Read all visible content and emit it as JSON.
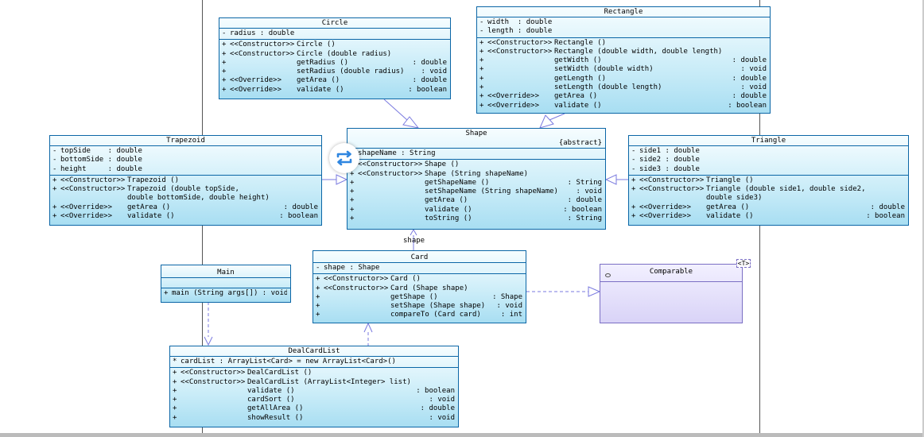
{
  "classes": {
    "circle": {
      "name": "Circle",
      "fields": [
        {
          "vis": "-",
          "text": "radius : double"
        }
      ],
      "methods": [
        {
          "vis": "+",
          "ann": "<<Constructor>>",
          "sig": "Circle ()",
          "ret": ""
        },
        {
          "vis": "+",
          "ann": "<<Constructor>>",
          "sig": "Circle (double radius)",
          "ret": ""
        },
        {
          "vis": "+",
          "ann": "",
          "sig": "getRadius ()",
          "ret": ": double"
        },
        {
          "vis": "+",
          "ann": "",
          "sig": "setRadius (double radius)",
          "ret": ": void"
        },
        {
          "vis": "+",
          "ann": "<<Override>>",
          "sig": "getArea ()",
          "ret": ": double"
        },
        {
          "vis": "+",
          "ann": "<<Override>>",
          "sig": "validate ()",
          "ret": ": boolean"
        }
      ]
    },
    "rectangle": {
      "name": "Rectangle",
      "fields": [
        {
          "vis": "-",
          "text": "width  : double"
        },
        {
          "vis": "-",
          "text": "length : double"
        }
      ],
      "methods": [
        {
          "vis": "+",
          "ann": "<<Constructor>>",
          "sig": "Rectangle ()",
          "ret": ""
        },
        {
          "vis": "+",
          "ann": "<<Constructor>>",
          "sig": "Rectangle (double width, double length)",
          "ret": ""
        },
        {
          "vis": "+",
          "ann": "",
          "sig": "getWidth ()",
          "ret": ": double"
        },
        {
          "vis": "+",
          "ann": "",
          "sig": "setWidth (double width)",
          "ret": ": void"
        },
        {
          "vis": "+",
          "ann": "",
          "sig": "getLength ()",
          "ret": ": double"
        },
        {
          "vis": "+",
          "ann": "",
          "sig": "setLength (double length)",
          "ret": ": void"
        },
        {
          "vis": "+",
          "ann": "<<Override>>",
          "sig": "getArea ()",
          "ret": ": double"
        },
        {
          "vis": "+",
          "ann": "<<Override>>",
          "sig": "validate ()",
          "ret": ": boolean"
        }
      ]
    },
    "shape": {
      "name": "Shape",
      "stereotype": "{abstract}",
      "fields": [
        {
          "vis": "-",
          "text": "shapeName : String"
        }
      ],
      "methods": [
        {
          "vis": "+",
          "ann": "<<Constructor>>",
          "sig": "Shape ()",
          "ret": ""
        },
        {
          "vis": "+",
          "ann": "<<Constructor>>",
          "sig": "Shape (String shapeName)",
          "ret": ""
        },
        {
          "vis": "+",
          "ann": "",
          "sig": "getShapeName ()",
          "ret": ": String"
        },
        {
          "vis": "+",
          "ann": "",
          "sig": "setShapeName (String shapeName)",
          "ret": ": void"
        },
        {
          "vis": "+",
          "ann": "",
          "sig": "getArea ()",
          "ret": ": double"
        },
        {
          "vis": "+",
          "ann": "",
          "sig": "validate ()",
          "ret": ": boolean"
        },
        {
          "vis": "+",
          "ann": "",
          "sig": "toString ()",
          "ret": ": String"
        }
      ]
    },
    "trapezoid": {
      "name": "Trapezoid",
      "fields": [
        {
          "vis": "-",
          "text": "topSide    : double"
        },
        {
          "vis": "-",
          "text": "bottomSide : double"
        },
        {
          "vis": "-",
          "text": "height     : double"
        }
      ],
      "methods": [
        {
          "vis": "+",
          "ann": "<<Constructor>>",
          "sig": "Trapezoid ()",
          "ret": ""
        },
        {
          "vis": "+",
          "ann": "<<Constructor>>",
          "sig": "Trapezoid (double topSide,",
          "ret": ""
        },
        {
          "vis": "",
          "ann": "",
          "sig": "double bottomSide, double height)",
          "ret": ""
        },
        {
          "vis": "+",
          "ann": "<<Override>>",
          "sig": "getArea ()",
          "ret": ": double"
        },
        {
          "vis": "+",
          "ann": "<<Override>>",
          "sig": "validate ()",
          "ret": ": boolean"
        }
      ]
    },
    "triangle": {
      "name": "Triangle",
      "fields": [
        {
          "vis": "-",
          "text": "side1 : double"
        },
        {
          "vis": "-",
          "text": "side2 : double"
        },
        {
          "vis": "-",
          "text": "side3 : double"
        }
      ],
      "methods": [
        {
          "vis": "+",
          "ann": "<<Constructor>>",
          "sig": "Triangle ()",
          "ret": ""
        },
        {
          "vis": "+",
          "ann": "<<Constructor>>",
          "sig": "Triangle (double side1, double side2,",
          "ret": ""
        },
        {
          "vis": "",
          "ann": "",
          "sig": "double side3)",
          "ret": ""
        },
        {
          "vis": "+",
          "ann": "<<Override>>",
          "sig": "getArea ()",
          "ret": ": double"
        },
        {
          "vis": "+",
          "ann": "<<Override>>",
          "sig": "validate ()",
          "ret": ": boolean"
        }
      ]
    },
    "main": {
      "name": "Main",
      "fields": [],
      "methods": [
        {
          "vis": "+",
          "ann": "",
          "sig": "main (String args[]) : void",
          "ret": ""
        }
      ]
    },
    "card": {
      "name": "Card",
      "fields": [
        {
          "vis": "-",
          "text": "shape : Shape"
        }
      ],
      "methods": [
        {
          "vis": "+",
          "ann": "<<Constructor>>",
          "sig": "Card ()",
          "ret": ""
        },
        {
          "vis": "+",
          "ann": "<<Constructor>>",
          "sig": "Card (Shape shape)",
          "ret": ""
        },
        {
          "vis": "+",
          "ann": "",
          "sig": "getShape ()",
          "ret": ": Shape"
        },
        {
          "vis": "+",
          "ann": "",
          "sig": "setShape (Shape shape)",
          "ret": ": void"
        },
        {
          "vis": "+",
          "ann": "",
          "sig": "compareTo (Card card)",
          "ret": ": int"
        }
      ]
    },
    "dealcardlist": {
      "name": "DealCardList",
      "fields": [
        {
          "vis": "*",
          "text": "cardList : ArrayList<Card> = new ArrayList<Card>()"
        }
      ],
      "methods": [
        {
          "vis": "+",
          "ann": "<<Constructor>>",
          "sig": "DealCardList ()",
          "ret": ""
        },
        {
          "vis": "+",
          "ann": "<<Constructor>>",
          "sig": "DealCardList (ArrayList<Integer> list)",
          "ret": ""
        },
        {
          "vis": "+",
          "ann": "",
          "sig": "validate ()",
          "ret": ": boolean"
        },
        {
          "vis": "+",
          "ann": "",
          "sig": "cardSort ()",
          "ret": ": void"
        },
        {
          "vis": "+",
          "ann": "",
          "sig": "getAllArea ()",
          "ret": ": double"
        },
        {
          "vis": "+",
          "ann": "",
          "sig": "showResult ()",
          "ret": ": void"
        }
      ]
    }
  },
  "interface": {
    "name": "Comparable",
    "type_param": "<T>"
  },
  "association_role": "shape",
  "overlay_icon": "sync-icon",
  "colors": {
    "class_border": "#0b66a6",
    "class_fill": "#c9ecf8",
    "interface_border": "#7b6fc4",
    "interface_fill": "#d9d3f7",
    "connector": "#7a7adf",
    "sync_icon": "#2f86e0"
  }
}
